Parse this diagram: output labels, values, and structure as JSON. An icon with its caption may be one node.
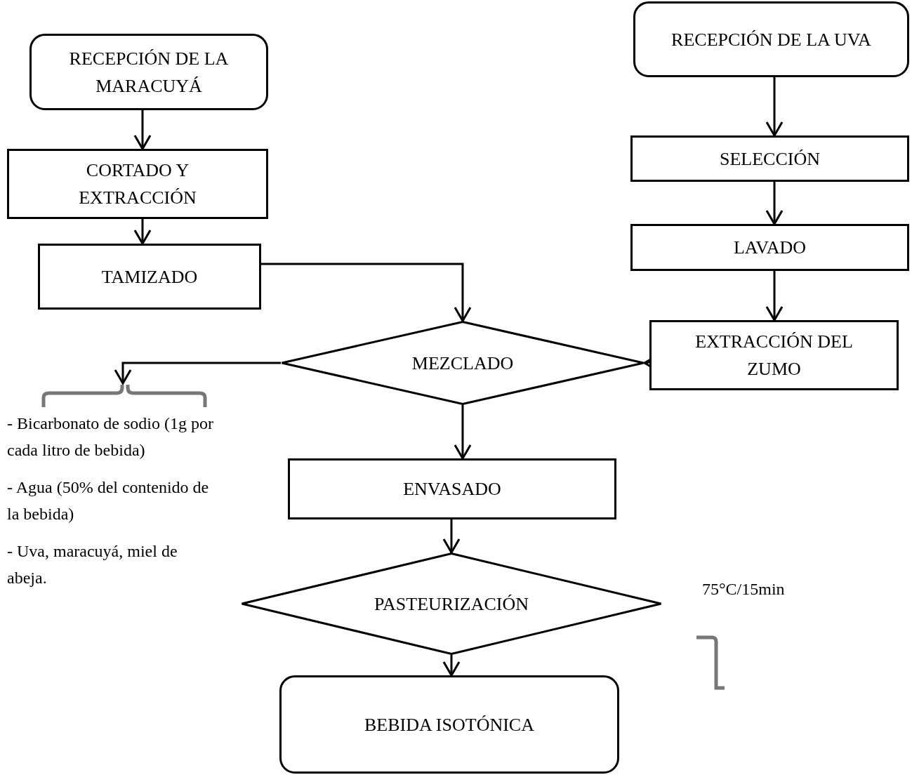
{
  "diagram": {
    "nodes": [
      {
        "text": [
          "RECEPCIÓN DE LA MARACUYÁ"
        ]
      },
      {
        "text": [
          "CORTADO Y EXTRACCIÓN"
        ]
      },
      {
        "text": [
          "TAMIZADO"
        ]
      },
      {
        "text": [
          "RECEPCIÓN DE LA UVA"
        ]
      },
      {
        "text": [
          "SELECCIÓN"
        ]
      },
      {
        "text": [
          "LAVADO"
        ]
      },
      {
        "text": [
          "EXTRACCIÓN DEL ZUMO"
        ]
      },
      {
        "text": [
          "MEZCLADO"
        ]
      },
      {
        "text": [
          "ENVASADO"
        ]
      },
      {
        "text": [
          "PASTEURIZACIÓN"
        ],
        "beside": [
          "75°C/15min"
        ]
      },
      {
        "text": [
          "BEBIDA ISOTÓNICA"
        ]
      },
      {
        "text": [
          "- Bicarbonato de sodio (1g por cada litro de bebida)",
          "- Agua (50% del contenido de la bebida)",
          "- Uva, maracuyá, miel de abeja."
        ]
      }
    ],
    "edges": [
      {
        "from": 0,
        "to": 1,
        "arrow": "to"
      },
      {
        "from": 1,
        "to": 2,
        "arrow": "to"
      },
      {
        "from": 2,
        "to": 7,
        "arrow": "to"
      },
      {
        "from": 3,
        "to": 4,
        "arrow": "to"
      },
      {
        "from": 4,
        "to": 5,
        "arrow": "to"
      },
      {
        "from": 5,
        "to": 6,
        "arrow": "to"
      },
      {
        "from": 6,
        "to": 7,
        "arrow": "to"
      },
      {
        "from": 7,
        "to": 11,
        "arrow": "to"
      },
      {
        "from": 7,
        "to": 8,
        "arrow": "to"
      },
      {
        "from": 8,
        "to": 9,
        "arrow": "to"
      },
      {
        "from": 9,
        "to": 10,
        "arrow": "to"
      }
    ]
  }
}
